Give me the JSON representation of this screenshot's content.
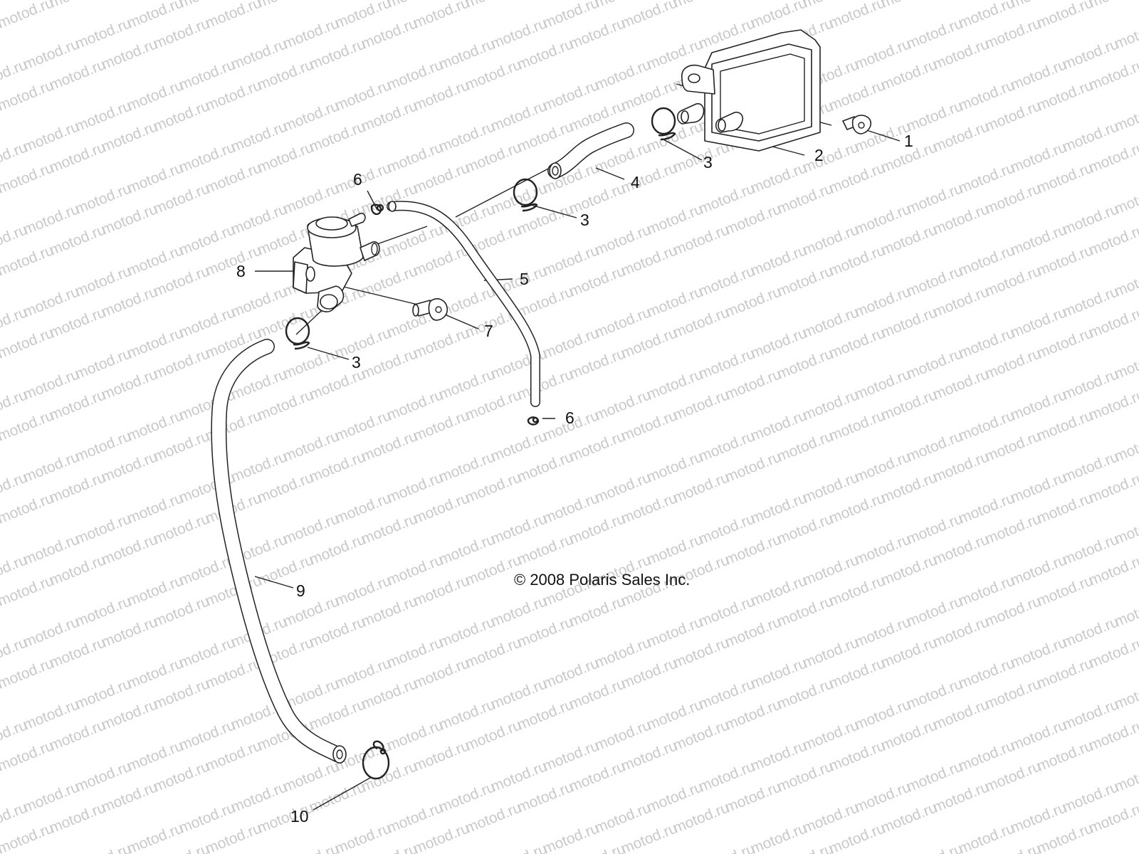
{
  "watermark": "motod.ru",
  "copyright": "© 2008 Polaris Sales Inc.",
  "callouts": [
    "1",
    "2",
    "3",
    "3",
    "3",
    "4",
    "5",
    "6",
    "6",
    "7",
    "8",
    "9",
    "10"
  ]
}
